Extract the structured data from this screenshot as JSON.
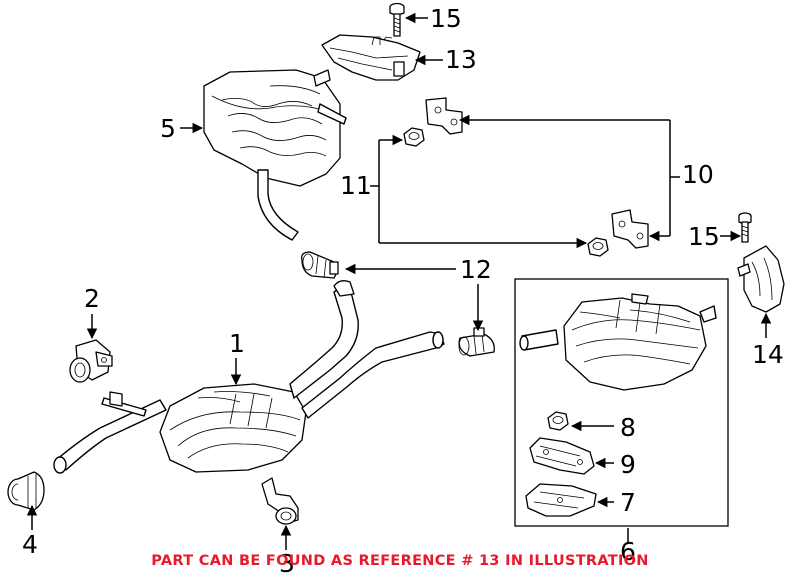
{
  "callouts": {
    "c1": "1",
    "c2": "2",
    "c3": "3",
    "c4": "4",
    "c5": "5",
    "c6": "6",
    "c7": "7",
    "c8": "8",
    "c9": "9",
    "c10": "10",
    "c11": "11",
    "c12": "12",
    "c13": "13",
    "c14": "14",
    "c15a": "15",
    "c15b": "15"
  },
  "footer_note": "PART CAN BE FOUND AS REFERENCE # 13 IN ILLUSTRATION",
  "colors": {
    "line": "#000000",
    "note": "#e8192c",
    "background": "#ffffff"
  }
}
